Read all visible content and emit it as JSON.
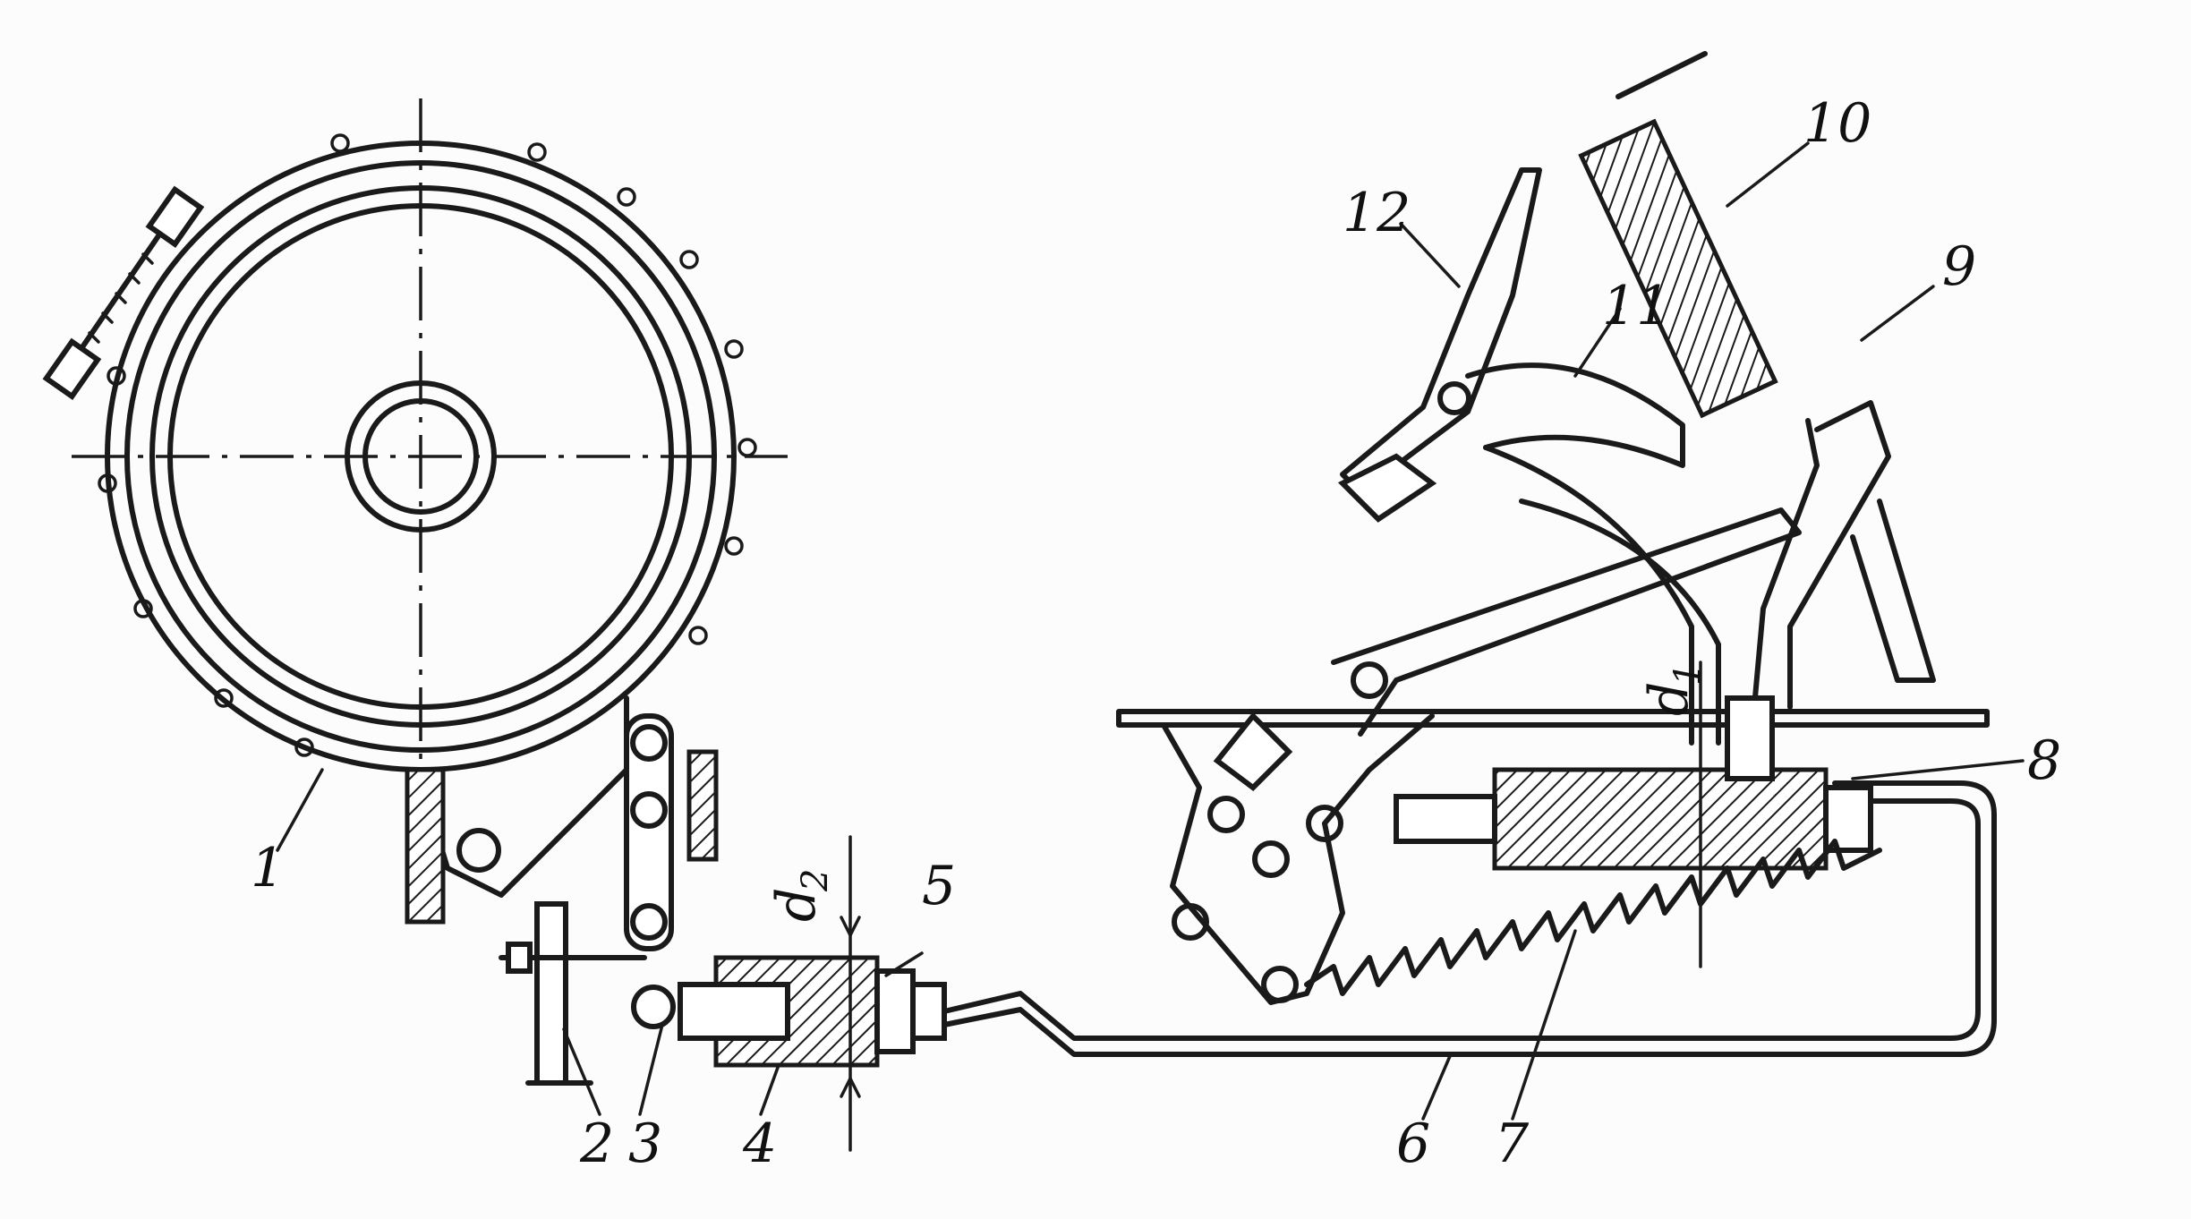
{
  "labels": {
    "l1": "1",
    "l2": "2",
    "l3": "3",
    "l4": "4",
    "l5": "5",
    "l6": "6",
    "l7": "7",
    "l8": "8",
    "l9": "9",
    "l10": "10",
    "l11": "11",
    "l12": "12"
  },
  "dims": {
    "d1_base": "d",
    "d1_sub": "1",
    "d2_base": "d",
    "d2_sub": "2"
  }
}
